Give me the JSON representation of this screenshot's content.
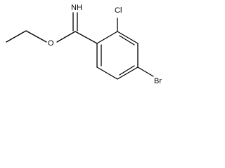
{
  "molecule": {
    "atoms": {
      "imine_n": "NH",
      "ester_o": "O",
      "chloro": "Cl",
      "bromo": "Br"
    },
    "bond_color": "#000000",
    "background": "#ffffff"
  }
}
